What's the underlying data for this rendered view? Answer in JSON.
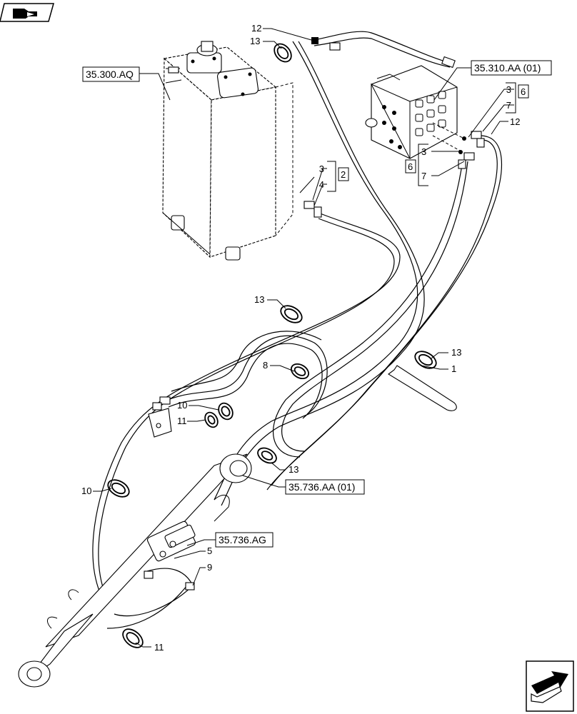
{
  "references": {
    "tank": "35.300.AQ",
    "valve": "35.310.AA (01)",
    "cylinder": "35.736.AA (01)",
    "cylinder_valve": "35.736.AG"
  },
  "callouts": {
    "hose_12_top": "12",
    "seal_13_top": "13",
    "bracket_3_left": "3",
    "bracket_4_left": "4",
    "box_2": "2",
    "valve_3_right": "3",
    "valve_7_right": "7",
    "box_6_right": "6",
    "hose_12_right": "12",
    "valve_3_mid": "3",
    "valve_7_mid": "7",
    "box_6_mid": "6",
    "seal_13_mid": "13",
    "seal_13_right": "13",
    "clip_1": "1",
    "seal_8": "8",
    "seal_10_upper": "10",
    "seal_11_upper": "11",
    "seal_13_lower": "13",
    "seal_10_lower": "10",
    "fitting_5": "5",
    "fitting_9": "9",
    "seal_11_lower": "11"
  },
  "icons": {
    "top_left": "folder-book-icon",
    "bottom_right": "next-page-arrow-icon"
  }
}
